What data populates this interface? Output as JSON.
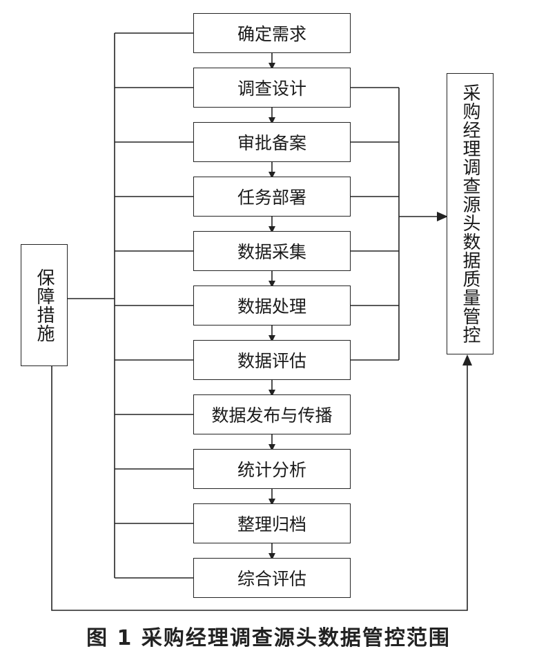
{
  "steps": [
    "确定需求",
    "调查设计",
    "审批备案",
    "任务部署",
    "数据采集",
    "数据处理",
    "数据评估",
    "数据发布与传播",
    "统计分析",
    "整理归档",
    "综合评估"
  ],
  "left_box": "保障措施",
  "right_box": "采购经理调查源头数据质量管控",
  "caption": "图 1 采购经理调查源头数据管控范围",
  "colors": {
    "line": "#222222",
    "text": "#1a1a1a",
    "background": "#ffffff"
  }
}
